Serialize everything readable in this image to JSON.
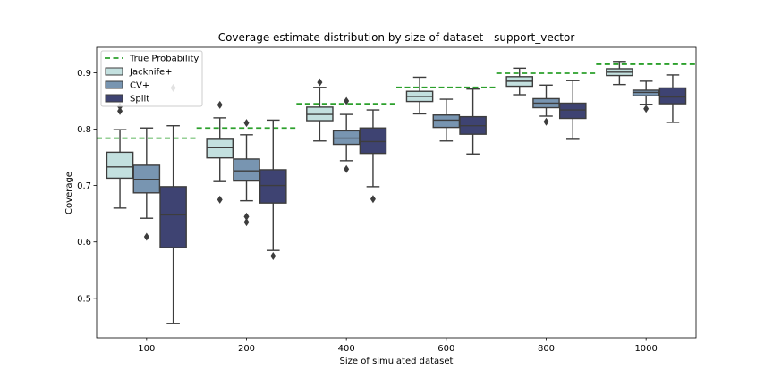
{
  "chart_data": {
    "type": "box",
    "title": "Coverage estimate distribution by size of dataset - support_vector",
    "xlabel": "Size of simulated dataset",
    "ylabel": "Coverage",
    "categories": [
      "100",
      "200",
      "400",
      "600",
      "800",
      "1000"
    ],
    "ylim": [
      0.43,
      0.945
    ],
    "yticks": [
      0.5,
      0.6,
      0.7,
      0.8,
      0.9
    ],
    "ytick_labels": [
      "0.5",
      "0.6",
      "0.7",
      "0.8",
      "0.9"
    ],
    "grid": false,
    "legend_position": "top-left",
    "reference_line": {
      "name": "True Probability",
      "color": "#2ca02c",
      "values": [
        0.784,
        0.802,
        0.845,
        0.874,
        0.899,
        0.915
      ]
    },
    "series": [
      {
        "name": "Jacknife+",
        "color": "#c3e0df",
        "boxes": [
          {
            "whislo": 0.66,
            "q1": 0.713,
            "med": 0.733,
            "q3": 0.759,
            "whishi": 0.799,
            "fliers": [
              0.832,
              0.84
            ]
          },
          {
            "whislo": 0.707,
            "q1": 0.749,
            "med": 0.767,
            "q3": 0.782,
            "whishi": 0.82,
            "fliers": [
              0.675,
              0.843
            ]
          },
          {
            "whislo": 0.779,
            "q1": 0.815,
            "med": 0.826,
            "q3": 0.839,
            "whishi": 0.874,
            "fliers": [
              0.883
            ]
          },
          {
            "whislo": 0.827,
            "q1": 0.849,
            "med": 0.858,
            "q3": 0.867,
            "whishi": 0.892,
            "fliers": []
          },
          {
            "whislo": 0.861,
            "q1": 0.876,
            "med": 0.885,
            "q3": 0.893,
            "whishi": 0.908,
            "fliers": []
          },
          {
            "whislo": 0.879,
            "q1": 0.895,
            "med": 0.901,
            "q3": 0.907,
            "whishi": 0.92,
            "fliers": []
          }
        ]
      },
      {
        "name": "CV+",
        "color": "#7895b1",
        "boxes": [
          {
            "whislo": 0.642,
            "q1": 0.687,
            "med": 0.711,
            "q3": 0.736,
            "whishi": 0.802,
            "fliers": [
              0.609
            ]
          },
          {
            "whislo": 0.673,
            "q1": 0.708,
            "med": 0.726,
            "q3": 0.747,
            "whishi": 0.79,
            "fliers": [
              0.645,
              0.635,
              0.811
            ]
          },
          {
            "whislo": 0.744,
            "q1": 0.773,
            "med": 0.784,
            "q3": 0.797,
            "whishi": 0.826,
            "fliers": [
              0.729,
              0.85
            ]
          },
          {
            "whislo": 0.779,
            "q1": 0.803,
            "med": 0.816,
            "q3": 0.825,
            "whishi": 0.853,
            "fliers": []
          },
          {
            "whislo": 0.823,
            "q1": 0.838,
            "med": 0.846,
            "q3": 0.854,
            "whishi": 0.878,
            "fliers": [
              0.813
            ]
          },
          {
            "whislo": 0.844,
            "q1": 0.859,
            "med": 0.865,
            "q3": 0.869,
            "whishi": 0.885,
            "fliers": [
              0.836
            ]
          }
        ]
      },
      {
        "name": "Split",
        "color": "#3e4372",
        "boxes": [
          {
            "whislo": 0.455,
            "q1": 0.59,
            "med": 0.648,
            "q3": 0.698,
            "whishi": 0.806,
            "fliers": [
              0.873
            ]
          },
          {
            "whislo": 0.585,
            "q1": 0.669,
            "med": 0.7,
            "q3": 0.728,
            "whishi": 0.816,
            "fliers": [
              0.575
            ]
          },
          {
            "whislo": 0.698,
            "q1": 0.757,
            "med": 0.778,
            "q3": 0.802,
            "whishi": 0.834,
            "fliers": [
              0.676
            ]
          },
          {
            "whislo": 0.756,
            "q1": 0.791,
            "med": 0.806,
            "q3": 0.822,
            "whishi": 0.871,
            "fliers": []
          },
          {
            "whislo": 0.782,
            "q1": 0.819,
            "med": 0.834,
            "q3": 0.846,
            "whishi": 0.886,
            "fliers": []
          },
          {
            "whislo": 0.812,
            "q1": 0.845,
            "med": 0.857,
            "q3": 0.873,
            "whishi": 0.896,
            "fliers": []
          }
        ]
      }
    ]
  }
}
